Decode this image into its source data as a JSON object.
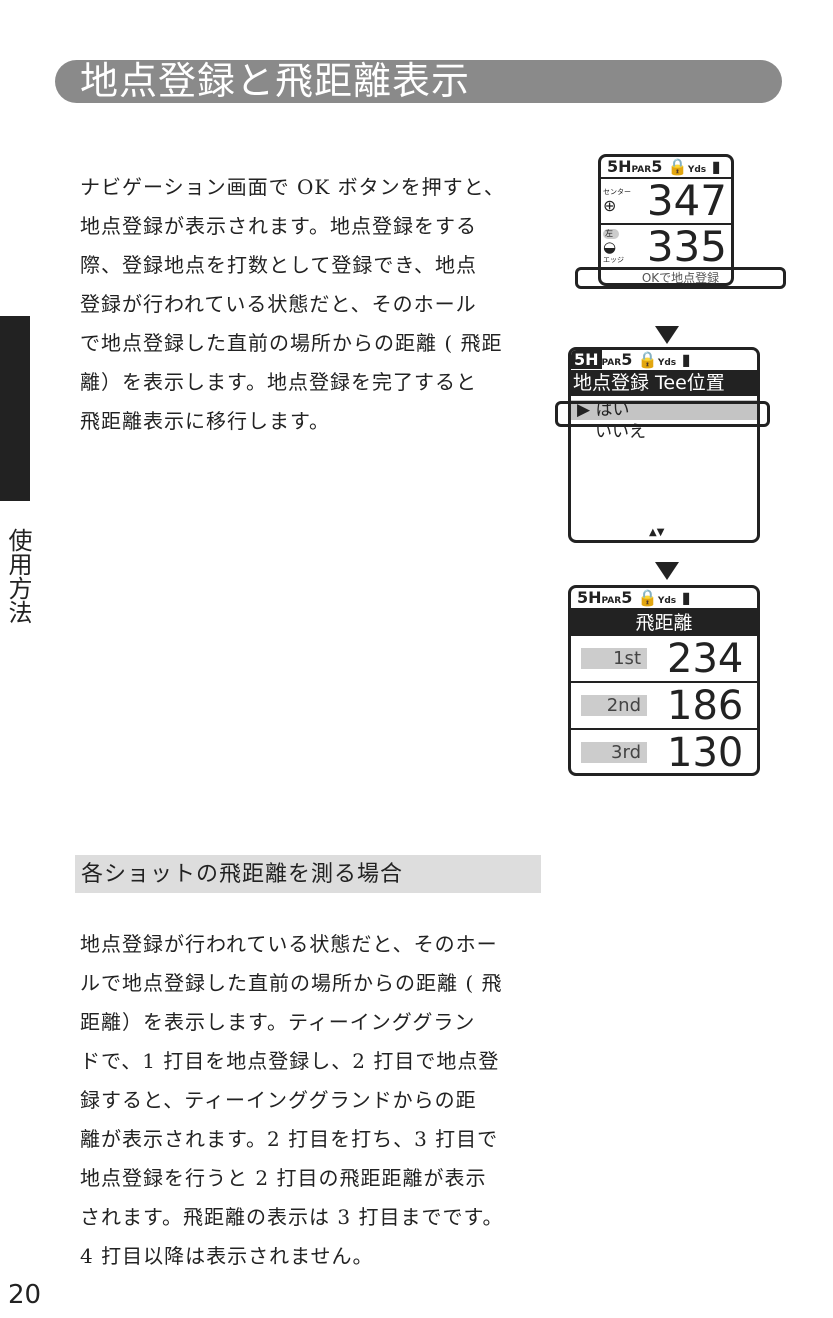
{
  "title": "地点登録と飛距離表示",
  "side_label": "使用方法",
  "intro": "ナビゲーション画面で OK ボタンを押すと、\n地点登録が表示されます。地点登録をする\n際、登録地点を打数として登録でき、地点\n登録が行われている状態だと、そのホール\nで地点登録した直前の場所からの距離 ( 飛距\n離）を表示します。地点登録を完了すると\n飛距離表示に移行します。",
  "section_heading": "各ショットの飛距離を測る場合",
  "section_body": "地点登録が行われている状態だと、そのホー\nルで地点登録した直前の場所からの距離 ( 飛\n距離）を表示します。ティーインググラン\nドで、1 打目を地点登録し、2 打目で地点登\n録すると、ティーインググランドからの距\n離が表示されます。2 打目を打ち、3 打目で\n地点登録を行うと 2 打目の飛距距離が表示\nされます。飛距離の表示は 3 打目までです。\n4 打目以降は表示されません。",
  "page_number": "20",
  "status": {
    "hole": "5H",
    "par_label": "PAR",
    "par": "5",
    "yds": "Yds"
  },
  "screen1": {
    "center_label": "センター",
    "center": "347",
    "side": "左",
    "edge_label": "エッジ",
    "edge": "335",
    "footer": "OKで地点登録"
  },
  "screen2": {
    "header": "地点登録 Tee位置",
    "options": [
      "はい",
      "いいえ"
    ],
    "scroll": "▲▼"
  },
  "screen3": {
    "header": "飛距離",
    "shots": [
      {
        "label": "1st",
        "value": "234"
      },
      {
        "label": "2nd",
        "value": "186"
      },
      {
        "label": "3rd",
        "value": "130"
      }
    ]
  }
}
